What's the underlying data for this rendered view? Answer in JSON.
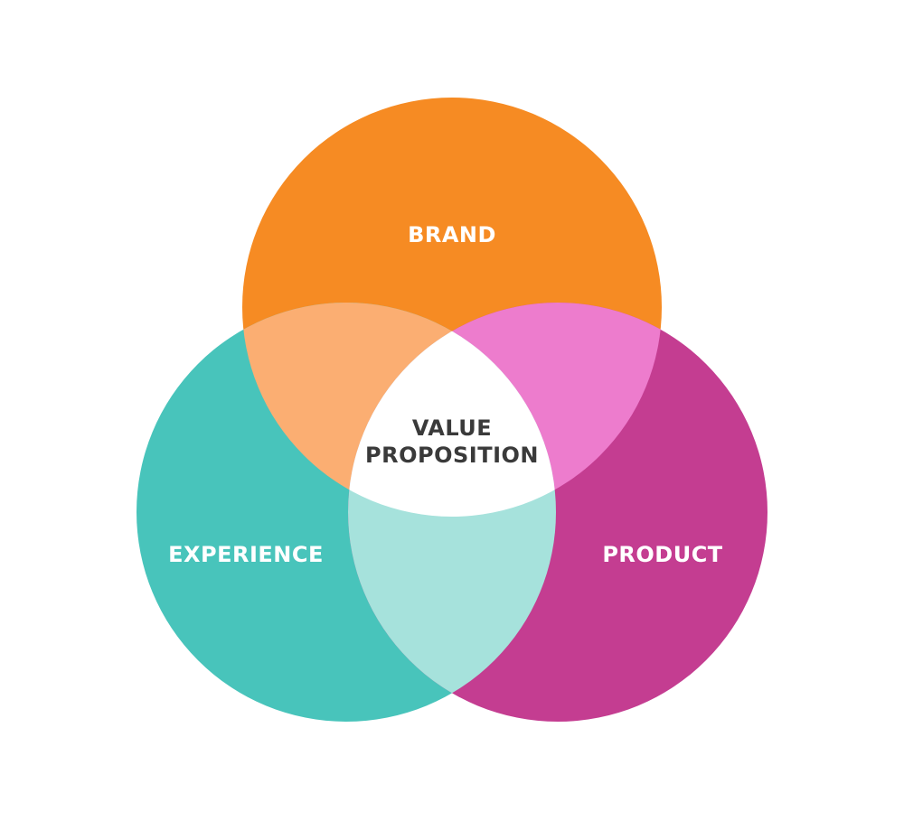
{
  "diagram": {
    "circles": [
      {
        "id": "brand",
        "label": "BRAND",
        "color": "#f68b23"
      },
      {
        "id": "experience",
        "label": "EXPERIENCE",
        "color": "#48c4bb"
      },
      {
        "id": "product",
        "label": "PRODUCT",
        "color": "#c43d91"
      }
    ],
    "overlaps": [
      {
        "between": [
          "brand",
          "experience"
        ],
        "color": "#fbae72"
      },
      {
        "between": [
          "brand",
          "product"
        ],
        "color": "#ed7ccd"
      },
      {
        "between": [
          "experience",
          "product"
        ],
        "color": "#a6e2dc"
      }
    ],
    "center": {
      "label_line1": "VALUE",
      "label_line2": "PROPOSITION",
      "color": "#ffffff"
    }
  }
}
